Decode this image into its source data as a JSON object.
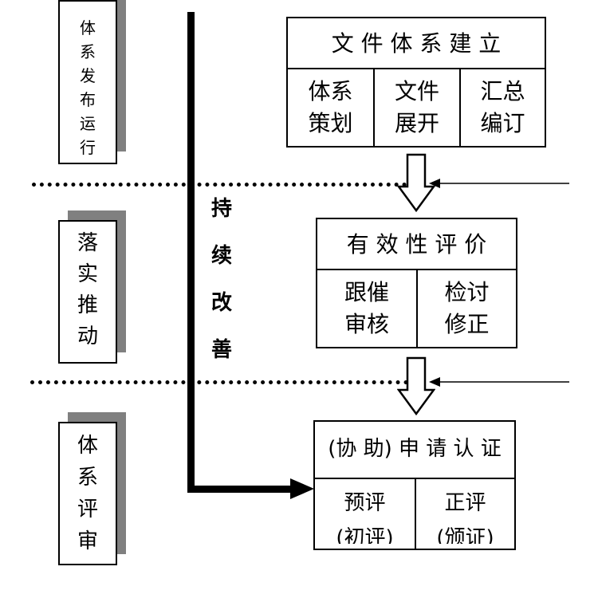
{
  "stages": [
    {
      "id": "release",
      "chars": [
        "体",
        "系",
        "发",
        "布",
        "运",
        "行"
      ]
    },
    {
      "id": "implement",
      "chars": [
        "落",
        "实",
        "推",
        "动"
      ]
    },
    {
      "id": "audit",
      "chars": [
        "体",
        "系",
        "评",
        "审"
      ]
    }
  ],
  "improvement": {
    "chars": [
      "持",
      "续",
      "改",
      "善"
    ]
  },
  "boxes": {
    "establish": {
      "title": "文 件 体 系 建 立",
      "cells": [
        {
          "line1": "体系",
          "line2": "策划"
        },
        {
          "line1": "文件",
          "line2": "展开"
        },
        {
          "line1": "汇总",
          "line2": "编订"
        }
      ]
    },
    "effectiveness": {
      "title": "有 效 性 评 价",
      "cells": [
        {
          "line1": "跟催",
          "line2": "审核"
        },
        {
          "line1": "检讨",
          "line2": "修正"
        }
      ]
    },
    "certification": {
      "title": "(协 助) 申 请 认 证",
      "cells": [
        {
          "line1": "预评",
          "line2": "(初评)"
        },
        {
          "line1": "正评",
          "line2": "(颁证)"
        }
      ]
    }
  }
}
